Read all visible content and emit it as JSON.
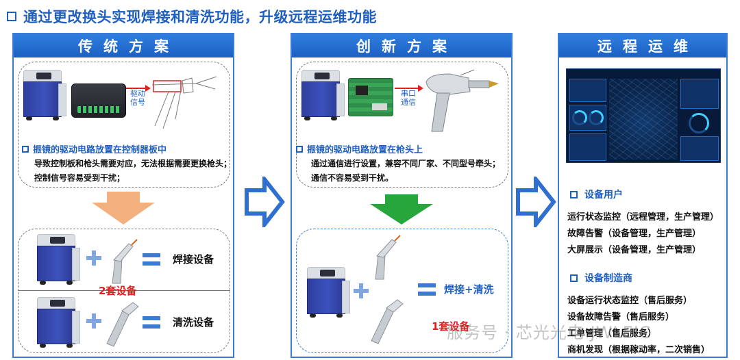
{
  "headline": "通过更改换头实现焊接和清洗功能，升级远程运维功能",
  "panels": {
    "traditional": {
      "title": "传统方案",
      "drive_label": "驱动\n信号",
      "note_title": "振镜的驱动电路放置在控制器板中",
      "note_lines": [
        "导致控制板和枪头需要对应，无法根据需要更换枪头；",
        "控制信号容易受到干扰；"
      ],
      "weld_label": "焊接设备",
      "count_label": "2套设备",
      "clean_label": "清洗设备"
    },
    "innovative": {
      "title": "创新方案",
      "comm_label": "串口\n通信",
      "note_title": "振镜的驱动电路放置在枪头上",
      "note_lines": [
        "通过通信进行设置，兼容不同厂家、不同型号牵头；",
        "通信不容易受到干扰。"
      ],
      "combo_label": "焊接+清洗",
      "count_label": "1套设备"
    },
    "remote": {
      "title": "远程运维",
      "user_title": "设备用户",
      "user_items": [
        "运行状态监控（远程管理，生产管理）",
        "故障告警（设备管理，生产管理）",
        "大屏展示（设备管理，生产管理）"
      ],
      "maker_title": "设备制造商",
      "maker_items": [
        "设备运行状态监控（售后服务）",
        "设备故障告警（售后服务）",
        "工单管理（售后服务）",
        "商机发现（根据稼动率，二次销售）"
      ]
    }
  },
  "watermark": "服务号 · 芯光光电 JWLEIC",
  "colors": {
    "accent": "#1f5fbf",
    "header": "#2f7fe0",
    "alert": "#e02020",
    "arrow_orange": "#f3b07f",
    "arrow_green": "#27a63c"
  }
}
